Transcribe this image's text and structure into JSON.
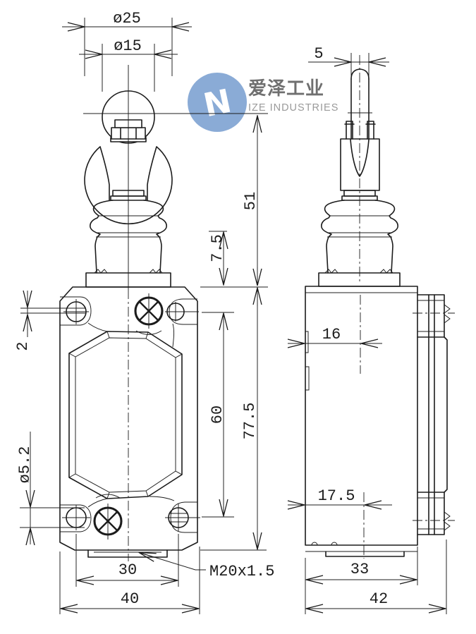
{
  "watermark": {
    "cn": "爱泽工业",
    "en": "IZE INDUSTRIES",
    "glyph": "N",
    "circle_color": "#8aabd6",
    "cn_color": "#6f6f6f",
    "en_color": "#9a9a9a"
  },
  "dims": {
    "dia25": "ø25",
    "dia15": "ø15",
    "w5": "5",
    "h51": "51",
    "h7_5": "7.5",
    "off2": "2",
    "h60": "60",
    "h77_5": "77.5",
    "dia5_2": "ø5.2",
    "w16": "16",
    "w17_5": "17.5",
    "w30": "30",
    "w40": "40",
    "thread": "M20x1.5",
    "w33": "33",
    "w42": "42"
  },
  "colors": {
    "line": "#1c1c1c",
    "background": "#ffffff"
  }
}
